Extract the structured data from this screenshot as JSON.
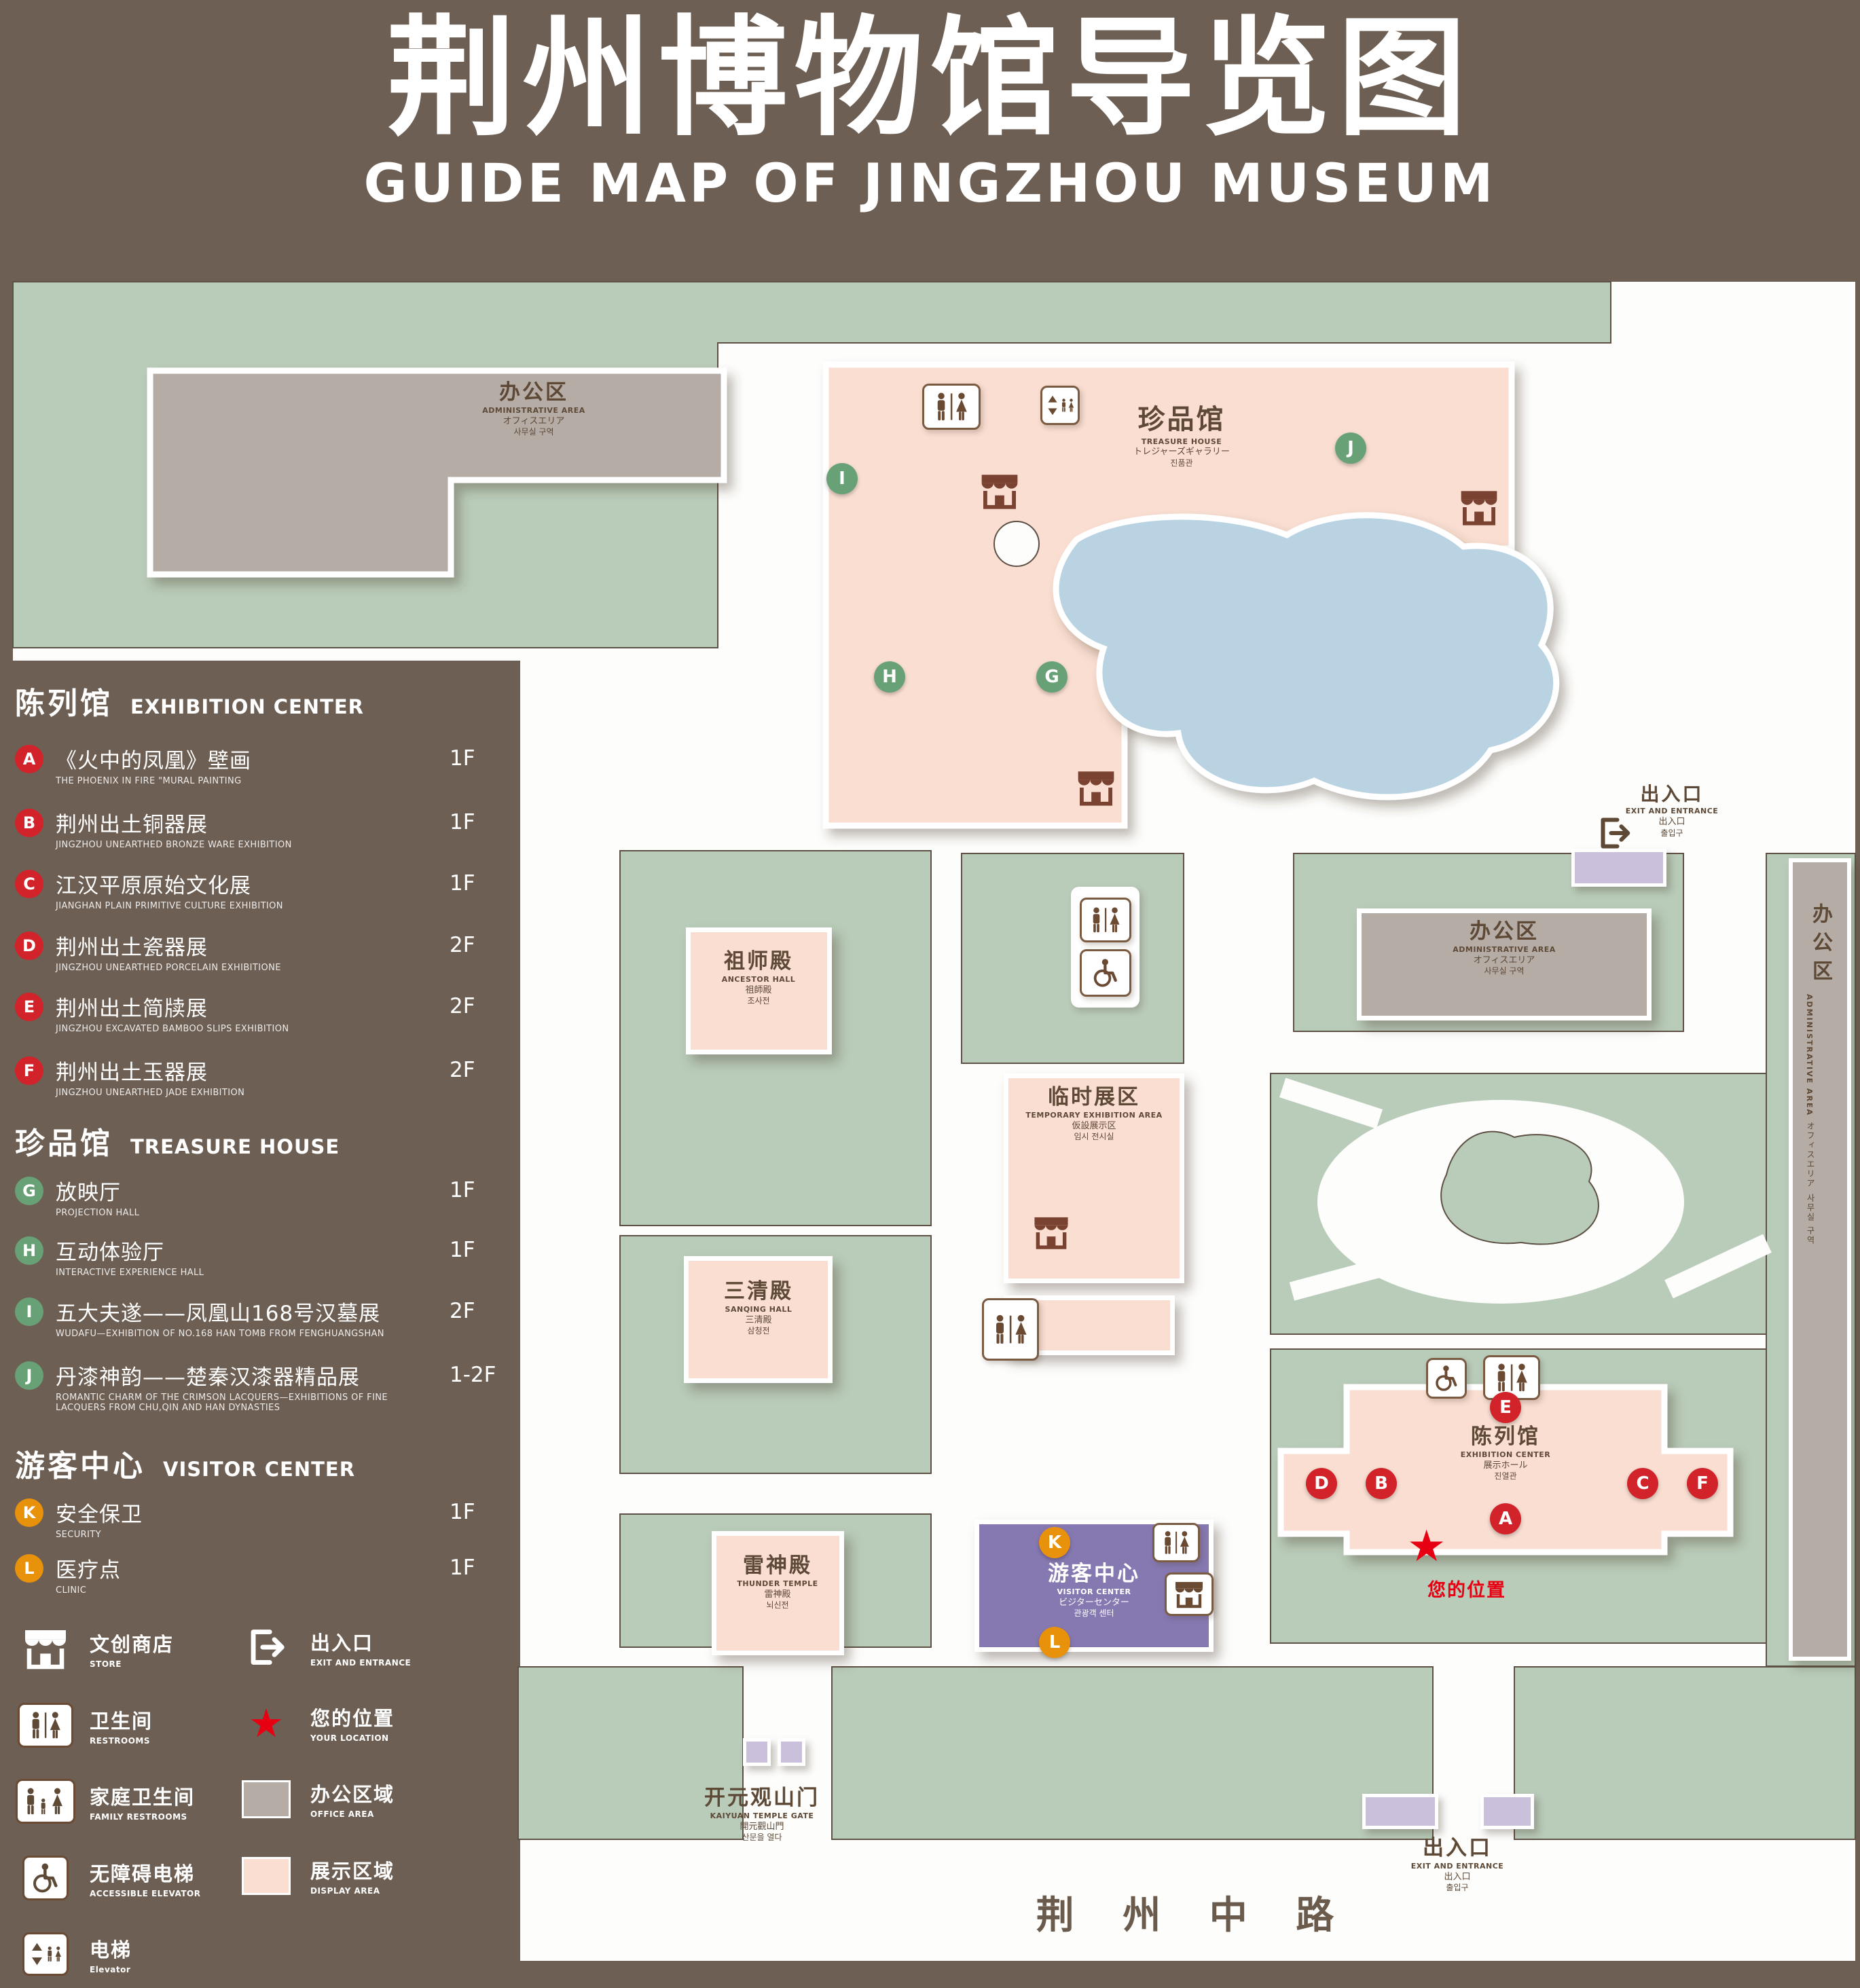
{
  "title": {
    "zh": "荆州博物馆导览图",
    "en": "GUIDE MAP OF JINGZHOU MUSEUM"
  },
  "colors": {
    "background": "#6D5F53",
    "green_zone": "#B9CBB9",
    "display_area": "#F9DED1",
    "office_area": "#B5ACA6",
    "pond": "#B9D3E2",
    "visitor_center": "#8679B1",
    "gate_block": "#CBC0DC",
    "marker_red": "#D2232A",
    "marker_green": "#69A176",
    "marker_orange": "#E8920B",
    "location_red": "#E60012",
    "map_text_brown": "#5D4936"
  },
  "legend": {
    "sections": [
      {
        "title_zh": "陈列馆",
        "title_en": "EXHIBITION CENTER",
        "items": [
          {
            "letter": "A",
            "zh": "《火中的凤凰》壁画",
            "en": "THE PHOENIX IN FIRE \"MURAL PAINTING",
            "floor": "1F"
          },
          {
            "letter": "B",
            "zh": "荆州出土铜器展",
            "en": "JINGZHOU UNEARTHED BRONZE WARE EXHIBITION",
            "floor": "1F"
          },
          {
            "letter": "C",
            "zh": "江汉平原原始文化展",
            "en": "JIANGHAN PLAIN PRIMITIVE CULTURE EXHIBITION",
            "floor": "1F"
          },
          {
            "letter": "D",
            "zh": "荆州出土瓷器展",
            "en": "JINGZHOU UNEARTHED PORCELAIN EXHIBITIONE",
            "floor": "2F"
          },
          {
            "letter": "E",
            "zh": "荆州出土简牍展",
            "en": "JINGZHOU EXCAVATED BAMBOO SLIPS EXHIBITION",
            "floor": "2F"
          },
          {
            "letter": "F",
            "zh": "荆州出土玉器展",
            "en": "JINGZHOU UNEARTHED JADE EXHIBITION",
            "floor": "2F"
          }
        ]
      },
      {
        "title_zh": "珍品馆",
        "title_en": "TREASURE HOUSE",
        "items": [
          {
            "letter": "G",
            "zh": "放映厅",
            "en": "PROJECTION HALL",
            "floor": "1F"
          },
          {
            "letter": "H",
            "zh": "互动体验厅",
            "en": "INTERACTIVE EXPERIENCE HALL",
            "floor": "1F"
          },
          {
            "letter": "I",
            "zh": "五大夫遂——凤凰山168号汉墓展",
            "en": "WUDAFU—EXHIBITION OF NO.168 HAN TOMB FROM FENGHUANGSHAN",
            "floor": "2F"
          },
          {
            "letter": "J",
            "zh": "丹漆神韵——楚秦汉漆器精品展",
            "en": "ROMANTIC CHARM OF THE CRIMSON LACQUERS—EXHIBITIONS OF FINE LACQUERS FROM CHU,QIN AND HAN DYNASTIES",
            "floor": "1-2F"
          }
        ]
      },
      {
        "title_zh": "游客中心",
        "title_en": "VISITOR CENTER",
        "items": [
          {
            "letter": "K",
            "zh": "安全保卫",
            "en": "SECURITY",
            "floor": "1F"
          },
          {
            "letter": "L",
            "zh": "医疗点",
            "en": "CLINIC",
            "floor": "1F"
          }
        ]
      }
    ],
    "symbols": [
      {
        "icon": "store-icon",
        "zh": "文创商店",
        "en": "STORE"
      },
      {
        "icon": "exit-icon",
        "zh": "出入口",
        "en": "EXIT AND ENTRANCE"
      },
      {
        "icon": "restroom-icon",
        "zh": "卫生间",
        "en": "RESTROOMS"
      },
      {
        "icon": "your-location-star-icon",
        "zh": "您的位置",
        "en": "YOUR LOCATION"
      },
      {
        "icon": "family-restroom-icon",
        "zh": "家庭卫生间",
        "en": "FAMILY RESTROOMS"
      },
      {
        "icon": "office-area-swatch",
        "zh": "办公区域",
        "en": "OFFICE AREA"
      },
      {
        "icon": "accessible-elevator-icon",
        "zh": "无障碍电梯",
        "en": "ACCESSIBLE ELEVATOR"
      },
      {
        "icon": "display-area-swatch",
        "zh": "展示区域",
        "en": "DISPLAY AREA"
      },
      {
        "icon": "elevator-icon",
        "zh": "电梯",
        "en": "Elevator"
      }
    ]
  },
  "map": {
    "buildings": {
      "admin": {
        "zh": "办公区",
        "en": "ADMINISTRATIVE AREA",
        "ja": "オフィスエリア",
        "ko": "사무실 구역"
      },
      "treasure": {
        "zh": "珍品馆",
        "en": "TREASURE HOUSE",
        "ja": "トレジャーズギャラリー",
        "ko": "진품관"
      },
      "ancestor": {
        "zh": "祖师殿",
        "en": "ANCESTOR HALL",
        "ja": "祖師殿",
        "ko": "조사전"
      },
      "temporary": {
        "zh": "临时展区",
        "en": "TEMPORARY EXHIBITION AREA",
        "ja": "仮設展示区",
        "ko": "임시 전시실"
      },
      "sanqing": {
        "zh": "三清殿",
        "en": "SANQING HALL",
        "ja": "三清殿",
        "ko": "삼청전"
      },
      "exhibition": {
        "zh": "陈列馆",
        "en": "EXHIBITION CENTER",
        "ja": "展示ホール",
        "ko": "진열관"
      },
      "thunder": {
        "zh": "雷神殿",
        "en": "THUNDER TEMPLE",
        "ja": "雷神殿",
        "ko": "뇌신전"
      },
      "visitor": {
        "zh": "游客中心",
        "en": "VISITOR CENTER",
        "ja": "ビジターセンター",
        "ko": "관광객 센터"
      },
      "gate": {
        "zh": "开元观山门",
        "en": "KAIYUAN TEMPLE GATE",
        "ja": "開元觀山門",
        "ko": "산문을 열다"
      }
    },
    "exit": {
      "zh": "出入口",
      "en": "EXIT AND ENTRANCE",
      "ja": "出入口",
      "ko": "출입구"
    },
    "road_label": "荆 州 中 路",
    "your_location": "您的位置"
  }
}
